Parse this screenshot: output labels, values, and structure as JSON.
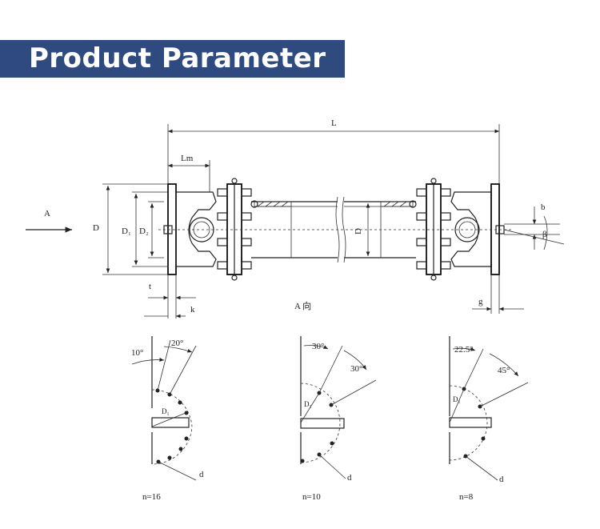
{
  "header": {
    "title": "Product Parameter"
  },
  "colors": {
    "banner": "#2e4a7e",
    "banner_text": "#ffffff",
    "line": "#222222"
  },
  "main_view": {
    "labels": {
      "L": "L",
      "Lm": "Lm",
      "A": "A",
      "D": "D",
      "D1": "D₁",
      "D2": "D₂",
      "D_shaft": "D",
      "b": "b",
      "beta": "β",
      "t": "t",
      "k": "k",
      "g": "g",
      "view_A": "A  向"
    }
  },
  "flange_views": [
    {
      "angle_1": "10°",
      "angle_2": "20°",
      "diameter": "D₁",
      "hole": "d",
      "n": "n=16"
    },
    {
      "angle_1": "30°",
      "angle_2": "30°",
      "diameter": "D₁",
      "hole": "d",
      "n": "n=10"
    },
    {
      "angle_1": "22.5°",
      "angle_2": "45°",
      "diameter": "D₁",
      "hole": "d",
      "n": "n=8"
    }
  ]
}
